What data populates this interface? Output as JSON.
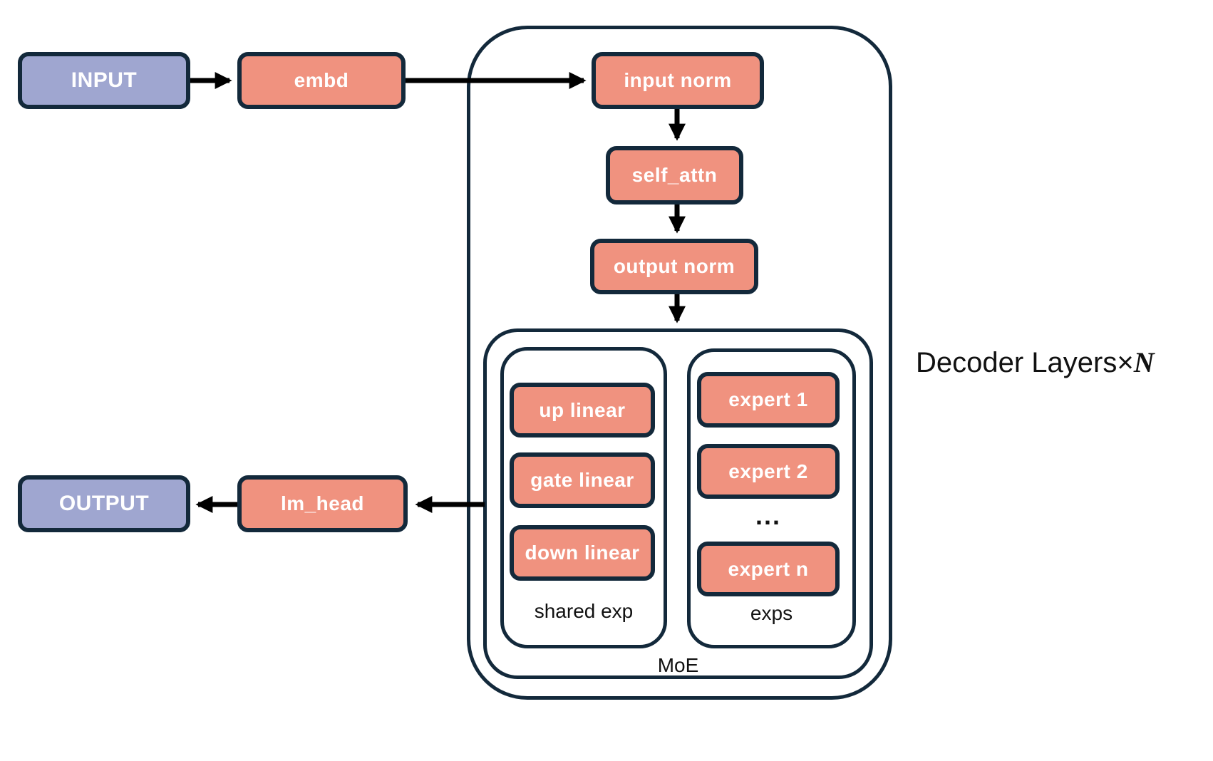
{
  "diagram": {
    "nodes": {
      "input": "INPUT",
      "embd": "embd",
      "input_norm": "input norm",
      "self_attn": "self_attn",
      "output_norm": "output norm",
      "up_linear": "up linear",
      "gate_linear": "gate linear",
      "down_linear": "down linear",
      "expert_1": "expert 1",
      "expert_2": "expert 2",
      "expert_n": "expert n",
      "lm_head": "lm_head",
      "output": "OUTPUT"
    },
    "labels": {
      "shared_exp": "shared exp",
      "exps": "exps",
      "moe": "MoE",
      "ellipsis": "...",
      "decoder_layers": "Decoder Layers",
      "times": "×",
      "n": "N"
    },
    "colors": {
      "io_fill": "#9fa6d0",
      "module_fill": "#f0927f",
      "border": "#13293b",
      "arrow": "#000000",
      "text_light": "#ffffff",
      "text_dark": "#111111"
    }
  }
}
